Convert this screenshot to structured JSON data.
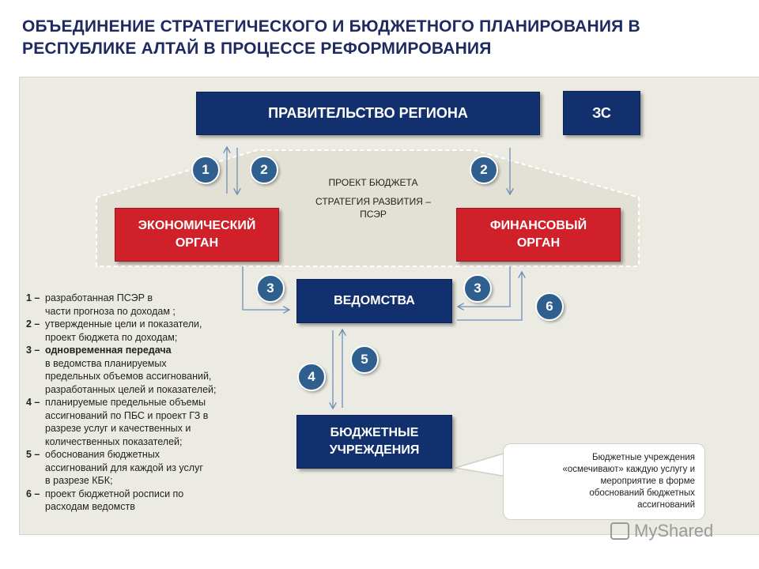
{
  "title": {
    "line1": "ОБЪЕДИНЕНИЕ СТРАТЕГИЧЕСКОГО И БЮДЖЕТНОГО ПЛАНИРОВАНИЯ В",
    "line2": "РЕСПУБЛИКЕ АЛТАЙ В ПРОЦЕССЕ РЕФОРМИРОВАНИЯ"
  },
  "boxes": {
    "government": "ПРАВИТЕЛЬСТВО РЕГИОНА",
    "zs": "ЗС",
    "economic": "ЭКОНОМИЧЕСКИЙ ОРГАН",
    "financial": "ФИНАНСОВЫЙ ОРГАН",
    "departments": "ВЕДОМСТВА",
    "institutions": "БЮДЖЕТНЫЕ УЧРЕЖДЕНИЯ"
  },
  "labels": {
    "budget_project": "ПРОЕКТ БЮДЖЕТА",
    "strategy_line1": "СТРАТЕГИЯ РАЗВИТИЯ –",
    "strategy_line2": "ПСЭР"
  },
  "steps": {
    "s1": "1",
    "s2a": "2",
    "s2b": "2",
    "s3a": "3",
    "s3b": "3",
    "s4": "4",
    "s5": "5",
    "s6": "6"
  },
  "legend": [
    {
      "num": "1 –",
      "lines": [
        "разработанная ПСЭР в",
        "части прогноза по доходам ;"
      ]
    },
    {
      "num": "2 –",
      "lines": [
        "утвержденные цели и показатели,",
        "проект бюджета по  доходам;"
      ]
    },
    {
      "num": "3 –",
      "emphasis": "одновременная передача",
      "lines": [
        "в ведомства планируемых",
        "предельных объемов ассигнований,",
        "разработанных целей и показателей;"
      ]
    },
    {
      "num": "4 –",
      "lines": [
        "планируемые предельные объемы",
        "ассигнований по ПБС и проект ГЗ в",
        "разрезе услуг и качественных и",
        "количественных показателей;"
      ]
    },
    {
      "num": "5 –",
      "lines": [
        "обоснования бюджетных",
        "ассигнований  для каждой  из услуг",
        "в разрезе КБК;"
      ]
    },
    {
      "num": "6 –",
      "lines": [
        "проект бюджетной росписи по",
        "расходам ведомств"
      ]
    }
  ],
  "callout": {
    "line1": "Бюджетные учреждения",
    "line2": "«осмечивают» каждую услугу и",
    "line3": "мероприятие в форме",
    "line4": "обоснований бюджетных",
    "line5": "ассигнований"
  },
  "watermark": "MyShared",
  "colors": {
    "navy": "#13306e",
    "red": "#d0202a",
    "circle": "#2f5f8e",
    "arrow": "#6f8fb5",
    "panel": "#ecebe3",
    "title": "#1f2a60"
  }
}
